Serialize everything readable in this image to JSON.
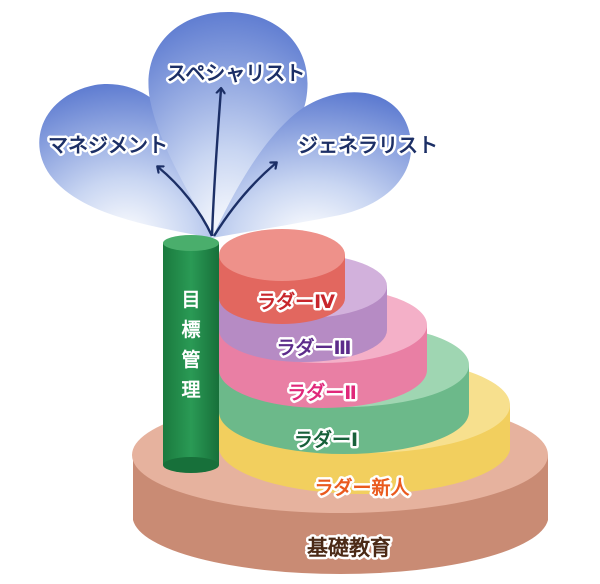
{
  "diagram": {
    "type": "career-ladder-cake",
    "petals": [
      {
        "id": "management",
        "label": "マネジメント",
        "color": "#5577cc"
      },
      {
        "id": "specialist",
        "label": "スペシャリスト",
        "color": "#5577cc"
      },
      {
        "id": "generalist",
        "label": "ジェネラリスト",
        "color": "#5577cc"
      }
    ],
    "label_color_petals": "#1c2f66",
    "pillar": {
      "label_chars": [
        "目",
        "標",
        "管",
        "理"
      ],
      "color": "#1f8a48"
    },
    "tiers": [
      {
        "id": "ladder-4",
        "label": "ラダーⅣ",
        "color": "#e98479",
        "text_color": "#c8262c"
      },
      {
        "id": "ladder-3",
        "label": "ラダーⅢ",
        "color": "#c79ed0",
        "text_color": "#5c2b8a"
      },
      {
        "id": "ladder-2",
        "label": "ラダーⅡ",
        "color": "#ef9cb8",
        "text_color": "#e0287a"
      },
      {
        "id": "ladder-1",
        "label": "ラダーⅠ",
        "color": "#8fcca3",
        "text_color": "#17603a"
      },
      {
        "id": "ladder-new",
        "label": "ラダー新人",
        "color": "#f5dc7e",
        "text_color": "#ea5a1e"
      }
    ],
    "base": {
      "label": "基礎教育",
      "color": "#e6b29e",
      "side_color": "#c98b74",
      "text_color": "#4b2a16"
    }
  }
}
